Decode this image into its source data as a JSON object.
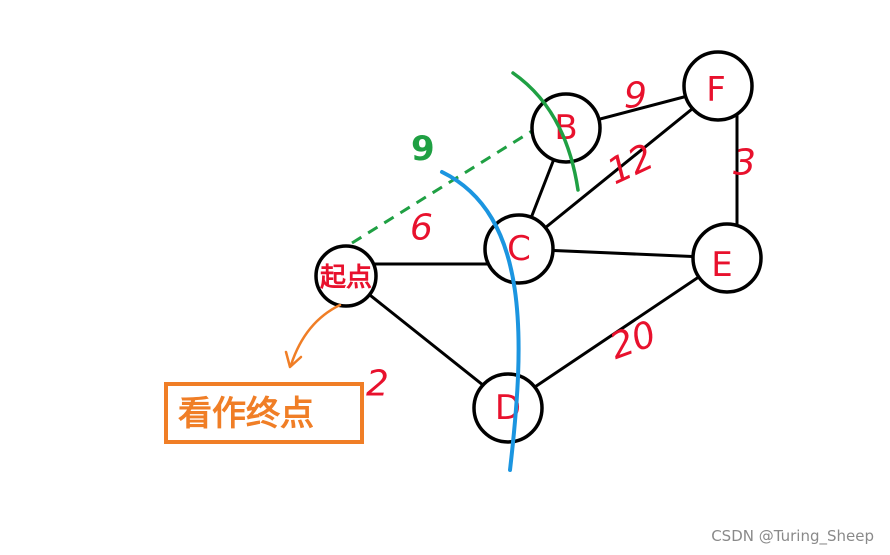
{
  "graph": {
    "nodes": [
      {
        "id": "start",
        "label": "起点"
      },
      {
        "id": "B",
        "label": "B"
      },
      {
        "id": "C",
        "label": "C"
      },
      {
        "id": "D",
        "label": "D"
      },
      {
        "id": "E",
        "label": "E"
      },
      {
        "id": "F",
        "label": "F"
      }
    ],
    "edges": [
      {
        "from": "start",
        "to": "C",
        "weight": "6"
      },
      {
        "from": "start",
        "to": "D",
        "weight": "2"
      },
      {
        "from": "B",
        "to": "C",
        "weight": ""
      },
      {
        "from": "B",
        "to": "F",
        "weight": "9"
      },
      {
        "from": "C",
        "to": "F",
        "weight": "12"
      },
      {
        "from": "C",
        "to": "E",
        "weight": ""
      },
      {
        "from": "F",
        "to": "E",
        "weight": "3"
      },
      {
        "from": "D",
        "to": "E",
        "weight": "20"
      },
      {
        "from": "start",
        "to": "B",
        "weight": "9",
        "style": "dashed-green"
      }
    ]
  },
  "callout": {
    "text": "看作终点"
  },
  "colors": {
    "edge": "#000000",
    "label": "#e8112d",
    "green_curve": "#1fa043",
    "blue_curve": "#1b95e0",
    "callout": "#f07e26"
  },
  "watermark": "CSDN @Turing_Sheep"
}
